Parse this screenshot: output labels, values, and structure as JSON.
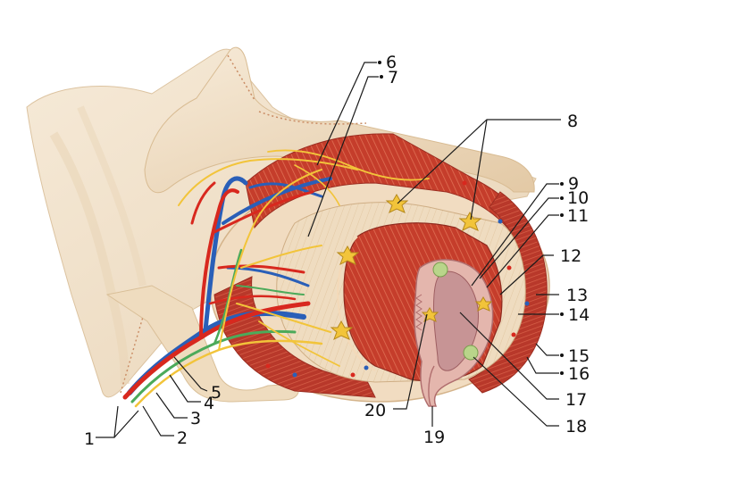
{
  "labels": [
    {
      "id": "1",
      "text": "1"
    },
    {
      "id": "2",
      "text": "2"
    },
    {
      "id": "3",
      "text": "3"
    },
    {
      "id": "4",
      "text": "4"
    },
    {
      "id": "5",
      "text": "5"
    },
    {
      "id": "6",
      "text": "6"
    },
    {
      "id": "7",
      "text": "7"
    },
    {
      "id": "8",
      "text": "8"
    },
    {
      "id": "9",
      "text": "9"
    },
    {
      "id": "10",
      "text": "10"
    },
    {
      "id": "11",
      "text": "11"
    },
    {
      "id": "12",
      "text": "12"
    },
    {
      "id": "13",
      "text": "13"
    },
    {
      "id": "14",
      "text": "14"
    },
    {
      "id": "15",
      "text": "15"
    },
    {
      "id": "16",
      "text": "16"
    },
    {
      "id": "17",
      "text": "17"
    },
    {
      "id": "18",
      "text": "18"
    },
    {
      "id": "19",
      "text": "19"
    },
    {
      "id": "20",
      "text": "20"
    }
  ],
  "colors": {
    "muscle": "#c8402e",
    "muscle_light": "#e0705a",
    "serosa": "#f0d9bd",
    "mesentery": "#f2e2cc",
    "submucosa": "#efe0c8",
    "mucosa": "#d79a9a",
    "artery": "#d8281e",
    "vein": "#2a5fb8",
    "nerve": "#f2c43a",
    "lymph": "#4caa5a"
  }
}
